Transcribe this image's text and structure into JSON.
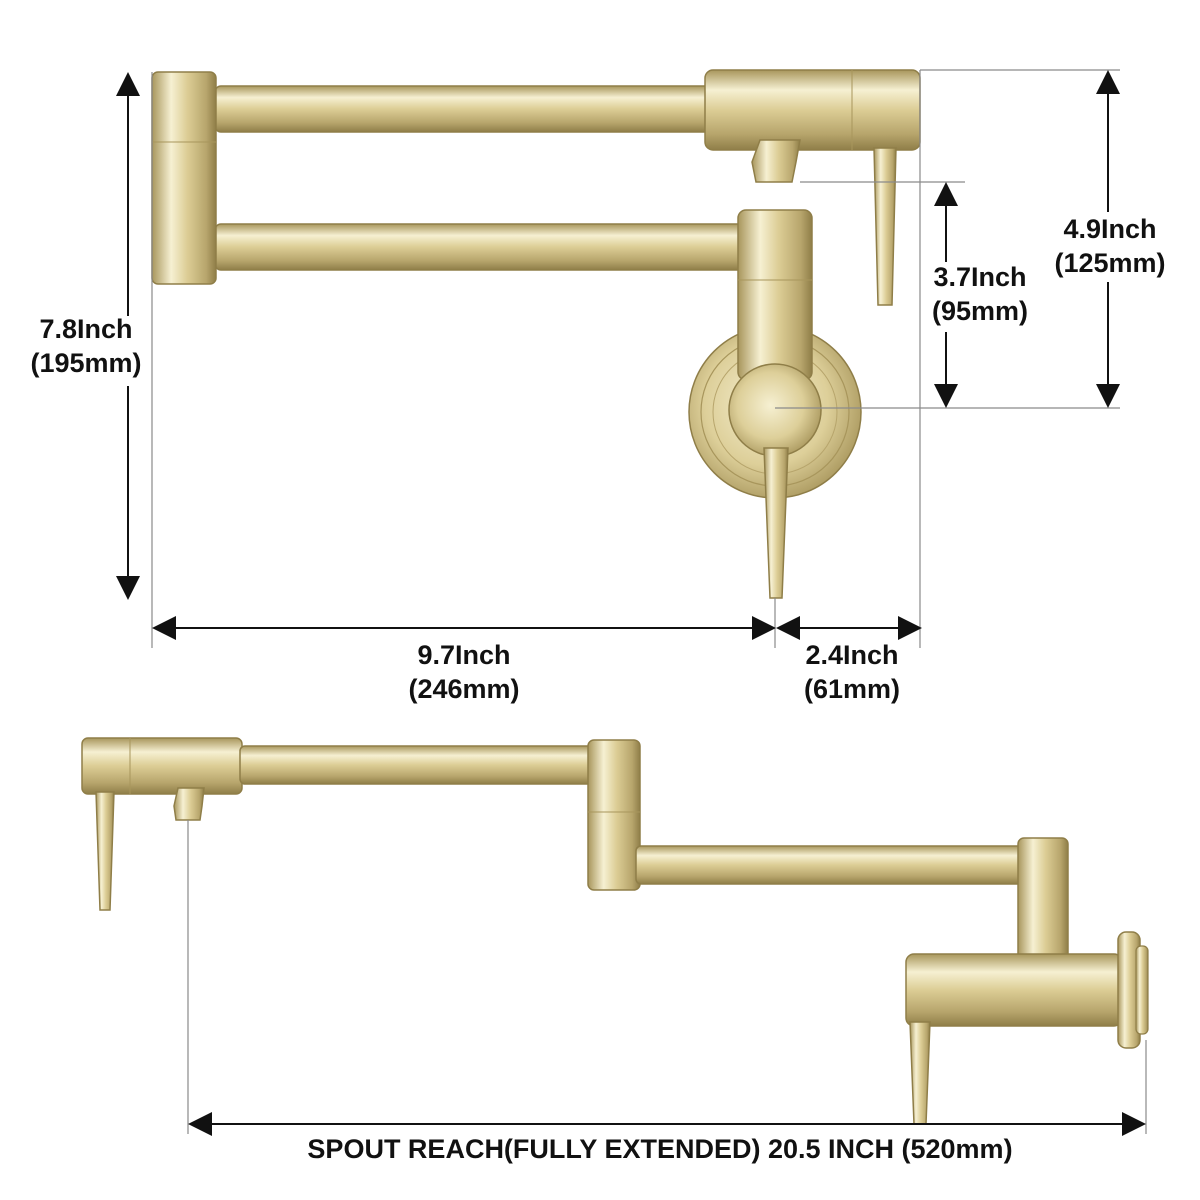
{
  "dimensions": {
    "overall_height": {
      "inch": "7.8Inch",
      "mm": "(195mm)"
    },
    "arm_height": {
      "inch": "4.9Inch",
      "mm": "(125mm)"
    },
    "spout_to_center": {
      "inch": "3.7Inch",
      "mm": "(95mm)"
    },
    "arm_length": {
      "inch": "9.7Inch",
      "mm": "(246mm)"
    },
    "offset": {
      "inch": "2.4Inch",
      "mm": "(61mm)"
    },
    "spout_reach": "SPOUT REACH(FULLY EXTENDED) 20.5 INCH (520mm)"
  },
  "colors": {
    "brass_light": "#f3ecc8",
    "brass_mid": "#d9c98f",
    "brass_dark": "#9c8a52",
    "line": "#8a8a8a",
    "arrow": "#111111"
  }
}
